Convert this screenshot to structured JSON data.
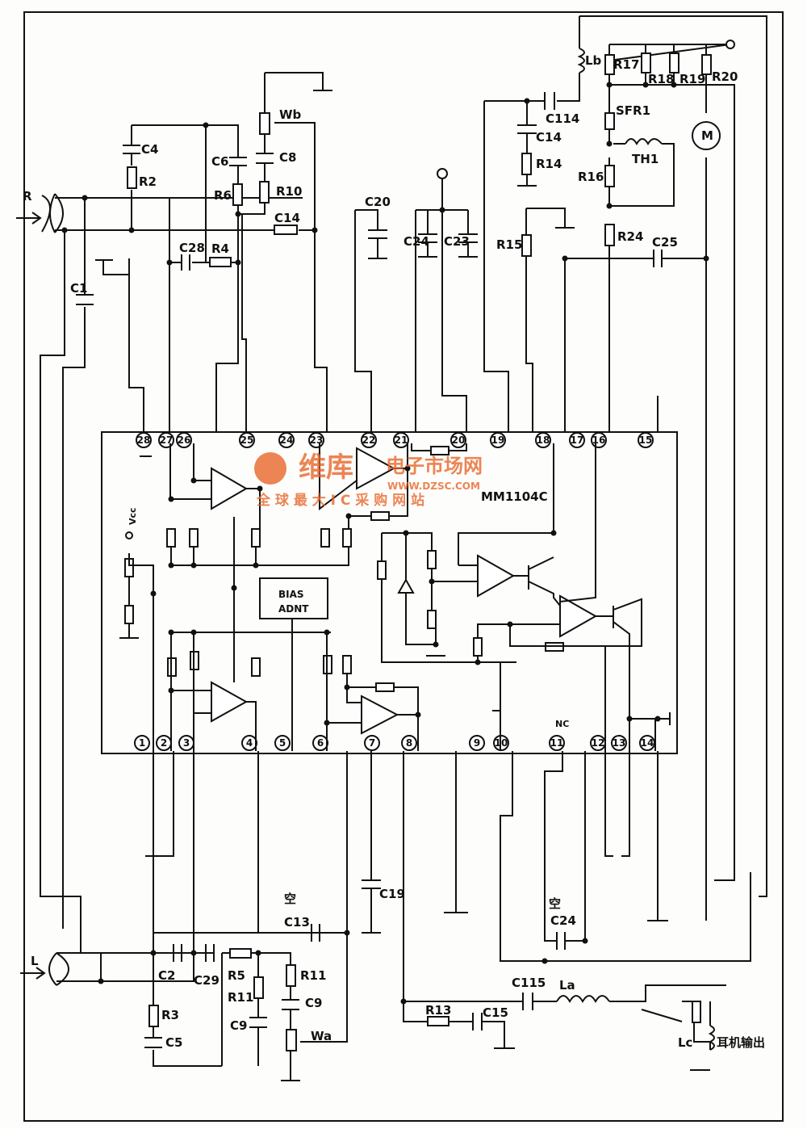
{
  "chip": {
    "name": "MM1104C",
    "bias_block": "BIAS\nADNT",
    "vcc": "Vcc"
  },
  "pins_top": [
    "28",
    "27",
    "26",
    "25",
    "24",
    "23",
    "22",
    "21",
    "20",
    "19",
    "18",
    "17",
    "16",
    "15"
  ],
  "pins_bottom": [
    "1",
    "2",
    "3",
    "4",
    "5",
    "6",
    "7",
    "8",
    "9",
    "10",
    "11",
    "12",
    "13",
    "14"
  ],
  "nc_label": "NC",
  "components": {
    "R2": "R2",
    "R3": "R3",
    "R4": "R4",
    "R5": "R5",
    "R6_top": "R6",
    "R6_bot": "R11",
    "R10": "R10",
    "R11": "R11",
    "R13": "R13",
    "R14": "R14",
    "R15": "R15",
    "R16": "R16",
    "R17": "R17",
    "R18": "R18",
    "R19": "R19",
    "R20": "R20",
    "R24": "R24",
    "C1": "C1",
    "C2": "C2",
    "C4": "C4",
    "C5_top": "C5",
    "C5_bot": "C5",
    "C6_top": "C6",
    "C8": "C8",
    "C9_bot": "C9",
    "C9": "C9",
    "C13": "C13",
    "C14_top": "C14",
    "C14_r": "C14",
    "C15": "C15",
    "C19": "C19",
    "C20": "C20",
    "C23": "C23",
    "C24_top": "C24",
    "C24_bot": "C24",
    "C25": "C25",
    "C28": "C28",
    "C29": "C29",
    "C114": "C114",
    "C115": "C115",
    "Wa": "Wa",
    "Wb": "Wb",
    "La": "La",
    "Lb": "Lb",
    "Lc": "Lc",
    "SFR1": "SFR1",
    "TH1": "TH1",
    "M": "M"
  },
  "labels": {
    "R": "R",
    "L": "L",
    "empty_top": "空",
    "empty_bot": "空",
    "headphone": "耳机输出"
  },
  "watermark": {
    "line1": "维库",
    "line2": "电子市场网",
    "line3": "WWW.DZSC.COM",
    "line4": "全 球 最 大 I C 采 购 网 站"
  }
}
